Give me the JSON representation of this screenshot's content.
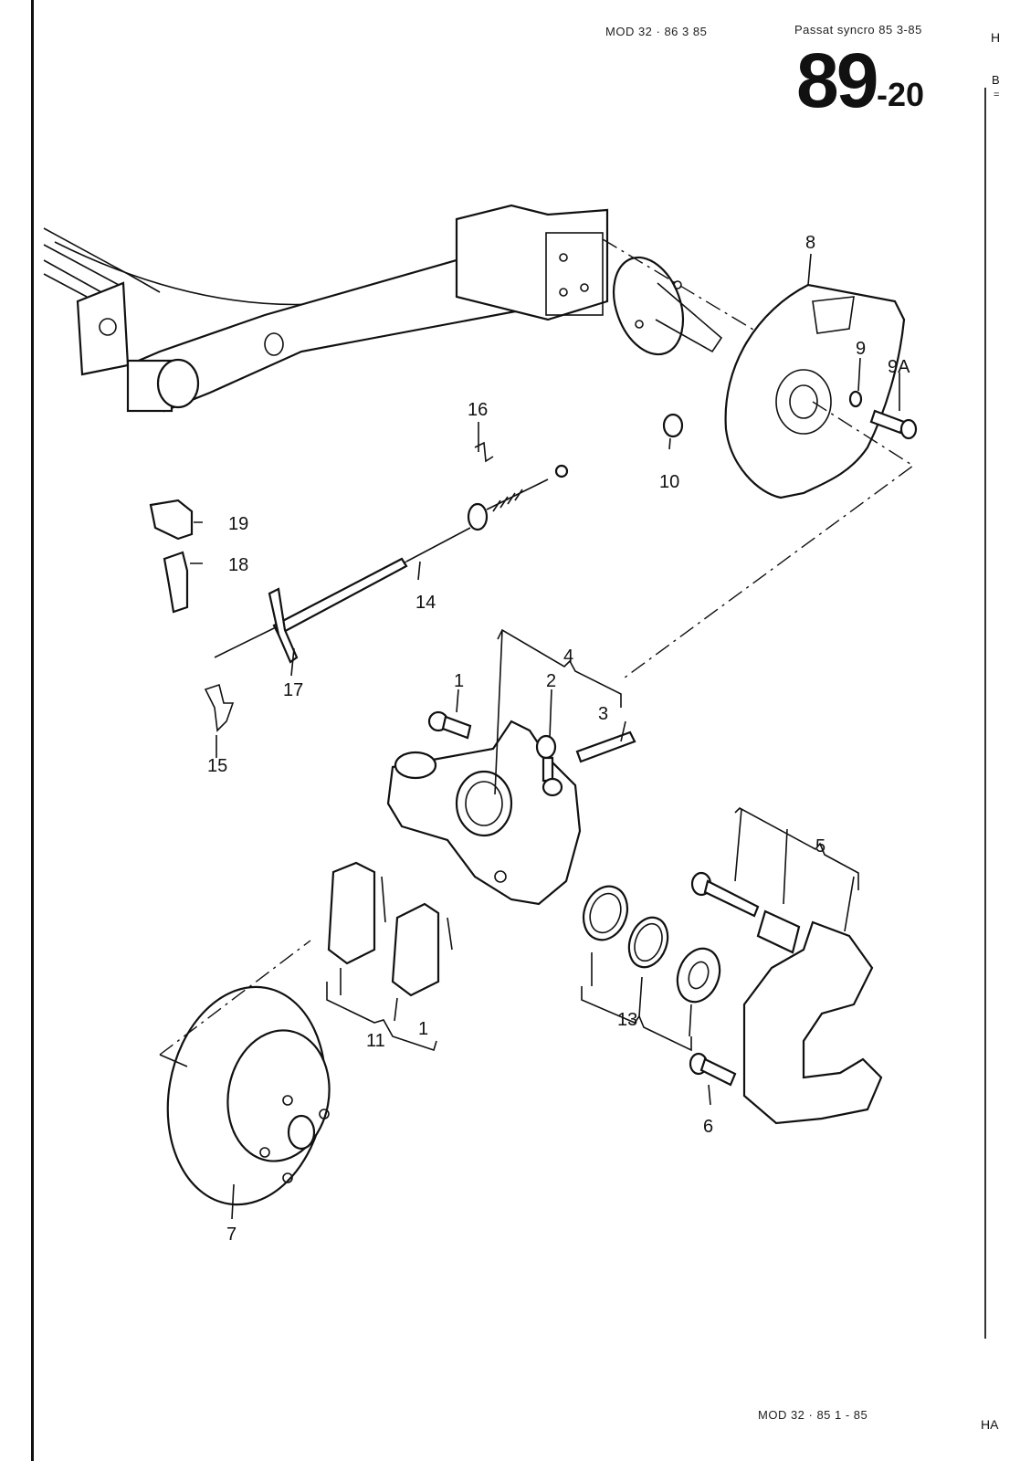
{
  "header": {
    "model_code": "MOD 32 · 86   3   85",
    "vehicle": "Passat syncro 85  3-85",
    "page_number": "89",
    "page_suffix": "-20"
  },
  "footer": {
    "model_code": "MOD 32 · 85   1 - 85"
  },
  "edge_marks": {
    "top_right": "H",
    "right_b": "B",
    "right_eq": "=",
    "bottom_right": "HA"
  },
  "diagram": {
    "title": "Rear axle, brake caliper and disc – exploded view",
    "callouts": [
      {
        "id": "1",
        "text": "1"
      },
      {
        "id": "1b",
        "text": "1"
      },
      {
        "id": "2",
        "text": "2"
      },
      {
        "id": "3",
        "text": "3"
      },
      {
        "id": "4",
        "text": "4"
      },
      {
        "id": "5",
        "text": "5"
      },
      {
        "id": "6",
        "text": "6"
      },
      {
        "id": "7",
        "text": "7"
      },
      {
        "id": "8",
        "text": "8"
      },
      {
        "id": "9",
        "text": "9"
      },
      {
        "id": "9A",
        "text": "9A"
      },
      {
        "id": "10",
        "text": "10"
      },
      {
        "id": "11",
        "text": "11"
      },
      {
        "id": "13",
        "text": "13"
      },
      {
        "id": "14",
        "text": "14"
      },
      {
        "id": "15",
        "text": "15"
      },
      {
        "id": "16",
        "text": "16"
      },
      {
        "id": "17",
        "text": "17"
      },
      {
        "id": "18",
        "text": "18"
      },
      {
        "id": "19",
        "text": "19"
      }
    ]
  }
}
